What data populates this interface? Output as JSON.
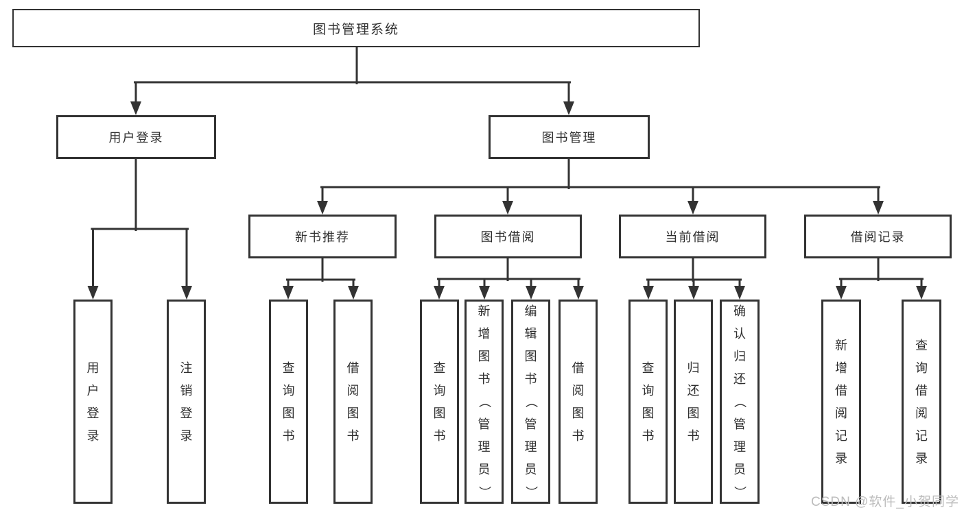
{
  "diagram": {
    "root": {
      "label": "图书管理系统"
    },
    "branches": [
      {
        "label": "用户登录",
        "children": [
          {
            "label": "用户登录"
          },
          {
            "label": "注销登录"
          }
        ]
      },
      {
        "label": "图书管理",
        "sections": [
          {
            "label": "新书推荐",
            "children": [
              {
                "label": "查询图书"
              },
              {
                "label": "借阅图书"
              }
            ]
          },
          {
            "label": "图书借阅",
            "children": [
              {
                "label": "查询图书"
              },
              {
                "label": "新增图书（管理员）"
              },
              {
                "label": "编辑图书（管理员）"
              },
              {
                "label": "借阅图书"
              }
            ]
          },
          {
            "label": "当前借阅",
            "children": [
              {
                "label": "查询图书"
              },
              {
                "label": "归还图书"
              },
              {
                "label": "确认归还（管理员）"
              }
            ]
          },
          {
            "label": "借阅记录",
            "children": [
              {
                "label": "新增借阅记录"
              },
              {
                "label": "查询借阅记录"
              }
            ]
          }
        ]
      }
    ]
  },
  "watermark": {
    "text": "CSDN @软件_小贺同学"
  },
  "colors": {
    "line": "#333333",
    "text": "#2f2f2f",
    "box_background": "#ffffff",
    "page_background": "#ffffff",
    "watermark": "#bcbcbc"
  }
}
